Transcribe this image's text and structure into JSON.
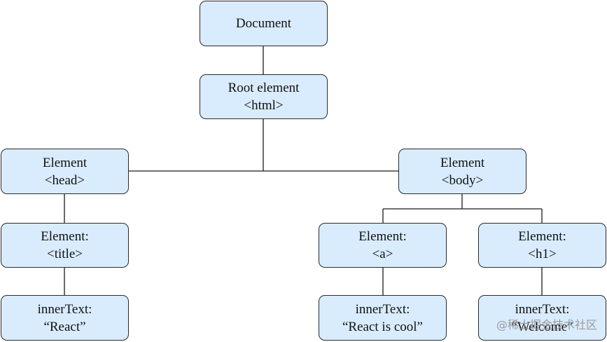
{
  "nodes": {
    "document": {
      "line1": "Document"
    },
    "root": {
      "line1": "Root element",
      "line2": "<html>"
    },
    "head": {
      "line1": "Element",
      "line2": "<head>"
    },
    "body": {
      "line1": "Element",
      "line2": "<body>"
    },
    "title": {
      "line1": "Element:",
      "line2": "<title>"
    },
    "a": {
      "line1": "Element:",
      "line2": "<a>"
    },
    "h1": {
      "line1": "Element:",
      "line2": "<h1>"
    },
    "title_text": {
      "line1": "innerText:",
      "line2": "“React”"
    },
    "a_text": {
      "line1": "innerText:",
      "line2": "“React is cool”"
    },
    "h1_text": {
      "line1": "innerText:",
      "line2": "“Welcome”"
    }
  },
  "watermark": "@稀土掘金技术社区",
  "colors": {
    "node_fill": "#d9ecfe",
    "node_border": "#2b2b2b",
    "connector": "#1a1a1a"
  }
}
